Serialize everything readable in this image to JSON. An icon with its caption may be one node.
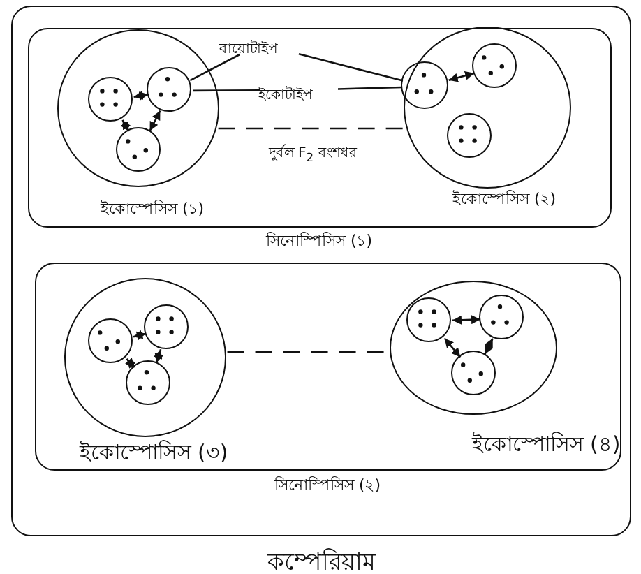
{
  "diagram": {
    "nodes": [
      {
        "text": [
          "কম্পেরিয়াম"
        ]
      },
      {
        "text": [
          "সিনোস্পিসিস (১)"
        ],
        "in": 0
      },
      {
        "text": [
          "ইকোস্পেসিস (১)"
        ],
        "in": 1
      },
      {
        "text": [],
        "shape": "circle",
        "in": 2
      },
      {
        "text": [],
        "shape": "circle",
        "in": 2
      },
      {
        "text": [],
        "shape": "circle",
        "in": 2
      },
      {
        "text": [
          "ইকোস্পেসিস (২)"
        ],
        "in": 1
      },
      {
        "text": [],
        "shape": "circle",
        "in": 6
      },
      {
        "text": [],
        "shape": "circle",
        "in": 6
      },
      {
        "text": [],
        "shape": "circle",
        "in": 6
      },
      {
        "text": [
          "বায়োটাইপ"
        ],
        "in": 1
      },
      {
        "text": [
          "ইকোটাইপ"
        ],
        "in": 1
      },
      {
        "text": [
          "সিনোস্পিসিস (২)"
        ],
        "in": 0
      },
      {
        "text": [
          "ইকোস্পোসিস (৩)"
        ],
        "in": 12
      },
      {
        "text": [],
        "shape": "circle",
        "in": 13
      },
      {
        "text": [],
        "shape": "circle",
        "in": 13
      },
      {
        "text": [],
        "shape": "circle",
        "in": 13
      },
      {
        "text": [
          "ইকোস্পোসিস (৪)"
        ],
        "in": 12
      },
      {
        "text": [],
        "shape": "circle",
        "in": 17
      },
      {
        "text": [],
        "shape": "circle",
        "in": 17
      },
      {
        "text": [],
        "shape": "circle",
        "in": 17
      }
    ],
    "edges": [
      {
        "from": 4,
        "to": 3,
        "arrow": "both"
      },
      {
        "from": 3,
        "to": 5,
        "arrow": "both"
      },
      {
        "from": 4,
        "to": 5,
        "arrow": "both"
      },
      {
        "from": 8,
        "to": 7,
        "arrow": "both"
      },
      {
        "from": 10,
        "to": 4,
        "arrow": "none"
      },
      {
        "from": 10,
        "to": 7,
        "arrow": "none"
      },
      {
        "from": 11,
        "to": 4,
        "arrow": "none"
      },
      {
        "from": 11,
        "to": 7,
        "arrow": "none"
      },
      {
        "from": 2,
        "to": 6,
        "arrow": "none",
        "style": "dashed",
        "label": "দুর্বল F$_{2}$ বংশধর"
      },
      {
        "from": 15,
        "to": 14,
        "arrow": "both"
      },
      {
        "from": 14,
        "to": 16,
        "arrow": "both"
      },
      {
        "from": 15,
        "to": 16,
        "arrow": "both"
      },
      {
        "from": 18,
        "to": 19,
        "arrow": "both"
      },
      {
        "from": 18,
        "to": 20,
        "arrow": "both"
      },
      {
        "from": 19,
        "to": 20,
        "arrow": "both"
      },
      {
        "from": 13,
        "to": 17,
        "arrow": "none",
        "style": "dashed"
      }
    ]
  }
}
